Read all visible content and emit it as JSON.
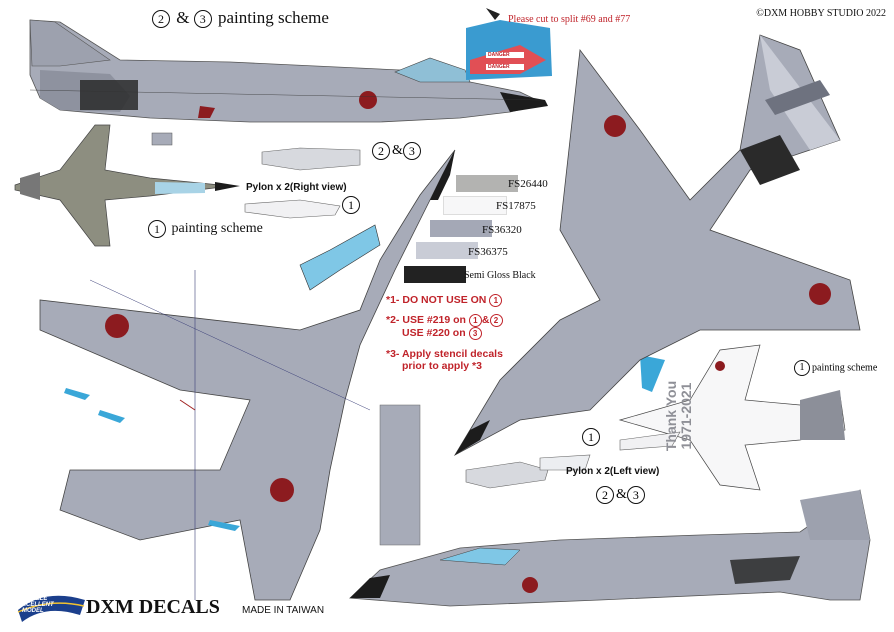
{
  "copyright": "©DXM HOBBY STUDIO 2022",
  "scheme_top_title": {
    "circle1": "2",
    "amp": "&",
    "circle2": "3",
    "text": "painting scheme"
  },
  "scheme_left_title": {
    "circle": "1",
    "text": "painting scheme"
  },
  "scheme_right_title": {
    "circle": "1",
    "text": "painting scheme"
  },
  "pylon_right": {
    "label": "Pylon x 2(Right view)",
    "circle": "1",
    "pair": {
      "c1": "2",
      "amp": "&",
      "c2": "3"
    }
  },
  "pylon_left": {
    "label": "Pylon x 2(Left view)",
    "circle": "1",
    "pair": {
      "c1": "2",
      "amp": "&",
      "c2": "3"
    }
  },
  "cut_note": "Please cut to split #69 and #77",
  "danger_labels": [
    "DANGER",
    "DANGER"
  ],
  "swatches": [
    {
      "name": "FS26440",
      "color": "#b3b3b1"
    },
    {
      "name": "FS17875",
      "color": "#f7f7f8"
    },
    {
      "name": "FS36320",
      "color": "#a4a8b6"
    },
    {
      "name": "FS36375",
      "color": "#c9ccd6"
    },
    {
      "name": "Semi Gloss Black",
      "color": "#222222"
    }
  ],
  "notes": [
    {
      "id": "*1-",
      "text": "DO NOT USE ON",
      "circles": [
        "1"
      ]
    },
    {
      "id": "*2-",
      "text": "USE #219 on",
      "circles": [
        "1",
        "2"
      ],
      "line2": "USE #220 on",
      "circles2": [
        "3"
      ]
    },
    {
      "id": "*3-",
      "text": "Apply stencil decals",
      "line2": "prior to apply *3"
    }
  ],
  "thank_you": {
    "line1": "Thank You",
    "line2": "1971-2021"
  },
  "logo": {
    "badge_top": "DOUBLE",
    "badge_mid": "XCELLENT",
    "badge_bot": "MODEL",
    "brand": "DXM DECALS"
  },
  "made_in": "MADE IN TAIWAN",
  "colors": {
    "fuselage": "#a7abb8",
    "light": "#c9ccd6",
    "dark": "#6e727f",
    "roundel": "#8c1b1f",
    "nose": "#1c1c1c",
    "canopy": "#7fc7e6",
    "red_text": "#c0232a"
  }
}
